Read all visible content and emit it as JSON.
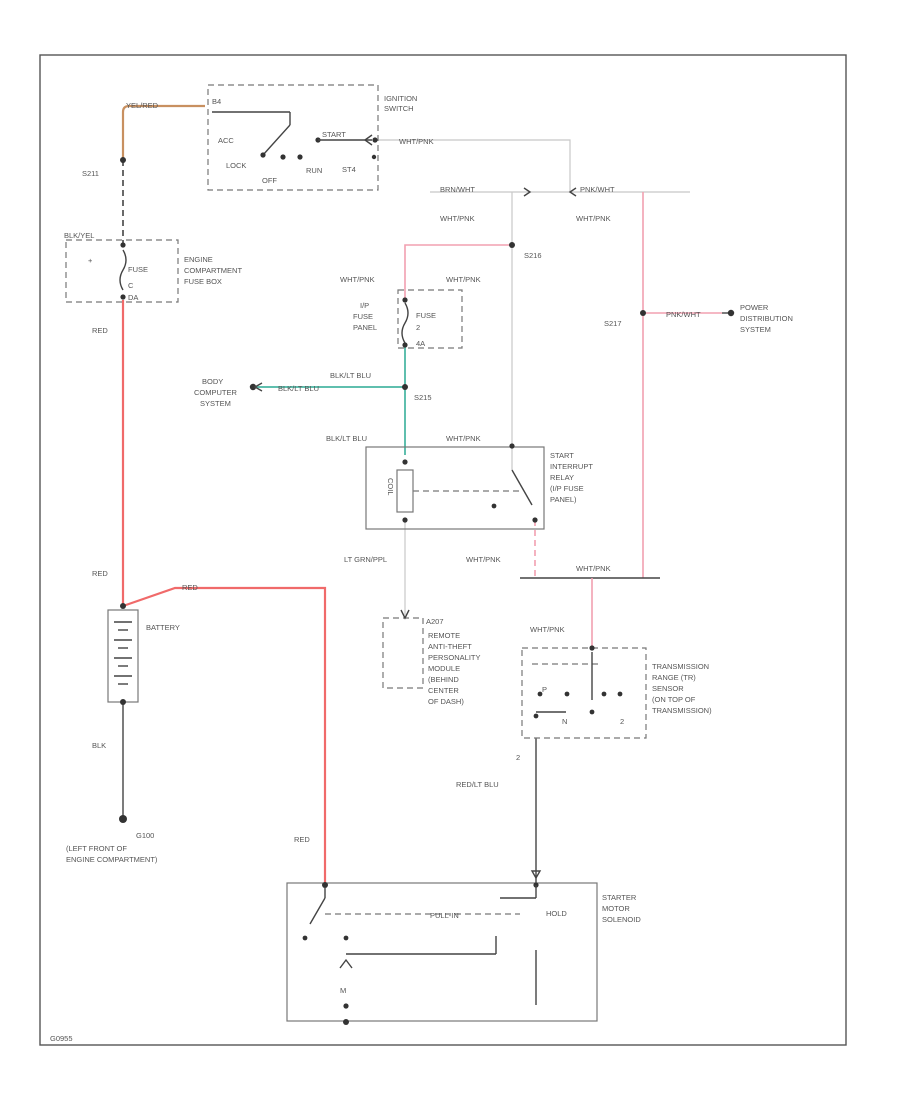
{
  "components": {
    "ignition_switch": {
      "title": [
        "IGNITION",
        "SWITCH"
      ],
      "terminals": [
        "B4",
        "ACC",
        "LOCK",
        "OFF",
        "RUN",
        "START",
        "ST4"
      ]
    },
    "engine_fuse_box": {
      "title": [
        "ENGINE",
        "COMPARTMENT",
        "FUSE BOX"
      ],
      "fuse": "FUSE",
      "fuse_num": "C",
      "terminal": "DA",
      "side_mark": "+"
    },
    "ip_fuse_panel": {
      "title": [
        "I/P",
        "FUSE",
        "PANEL"
      ],
      "fuse": "FUSE",
      "fuse_num": "2",
      "terminal": "4A"
    },
    "start_relay": {
      "title": [
        "START",
        "INTERRUPT",
        "RELAY",
        "(I/P FUSE",
        "PANEL)"
      ],
      "coil": "COIL"
    },
    "battery": {
      "title": "BATTERY"
    },
    "ground": {
      "id": "G100",
      "location": [
        "(LEFT FRONT OF",
        "ENGINE COMPARTMENT)"
      ]
    },
    "body_computer": {
      "title": [
        "BODY",
        "COMPUTER",
        "SYSTEM"
      ]
    },
    "power_distribution": {
      "title": [
        "POWER",
        "DISTRIBUTION",
        "SYSTEM"
      ]
    },
    "antitheft_module": {
      "connector": "A207",
      "title": [
        "REMOTE",
        "ANTI-THEFT",
        "PERSONALITY",
        "MODULE",
        "(BEHIND",
        "CENTER",
        "OF DASH)"
      ]
    },
    "tr_sensor": {
      "title": [
        "TRANSMISSION",
        "RANGE (TR)",
        "SENSOR",
        "(ON TOP OF",
        "TRANSMISSION)"
      ],
      "contacts": [
        "P",
        "N",
        "2"
      ],
      "pin": "2"
    },
    "starter": {
      "title": [
        "STARTER",
        "MOTOR",
        "SOLENOID"
      ],
      "pull": "PULL-IN",
      "hold": "HOLD",
      "motor": "M"
    }
  },
  "splices": [
    "S211",
    "S215",
    "S216",
    "S217"
  ],
  "wires": {
    "yel_red_top": "YEL/RED",
    "red": "RED",
    "blk": "BLK",
    "wht_pnk": "WHT/PNK",
    "brn_wht": "BRN/WHT",
    "pnk_wht": "PNK/WHT",
    "blk_lt_blu": "BLK/LT BLU",
    "lt_grn_pnk": "LT GRN/PPL",
    "red_lt_blu": "RED/LT BLU",
    "fuse_box_wire": "BLK/YEL"
  },
  "footer_code": "G0955"
}
